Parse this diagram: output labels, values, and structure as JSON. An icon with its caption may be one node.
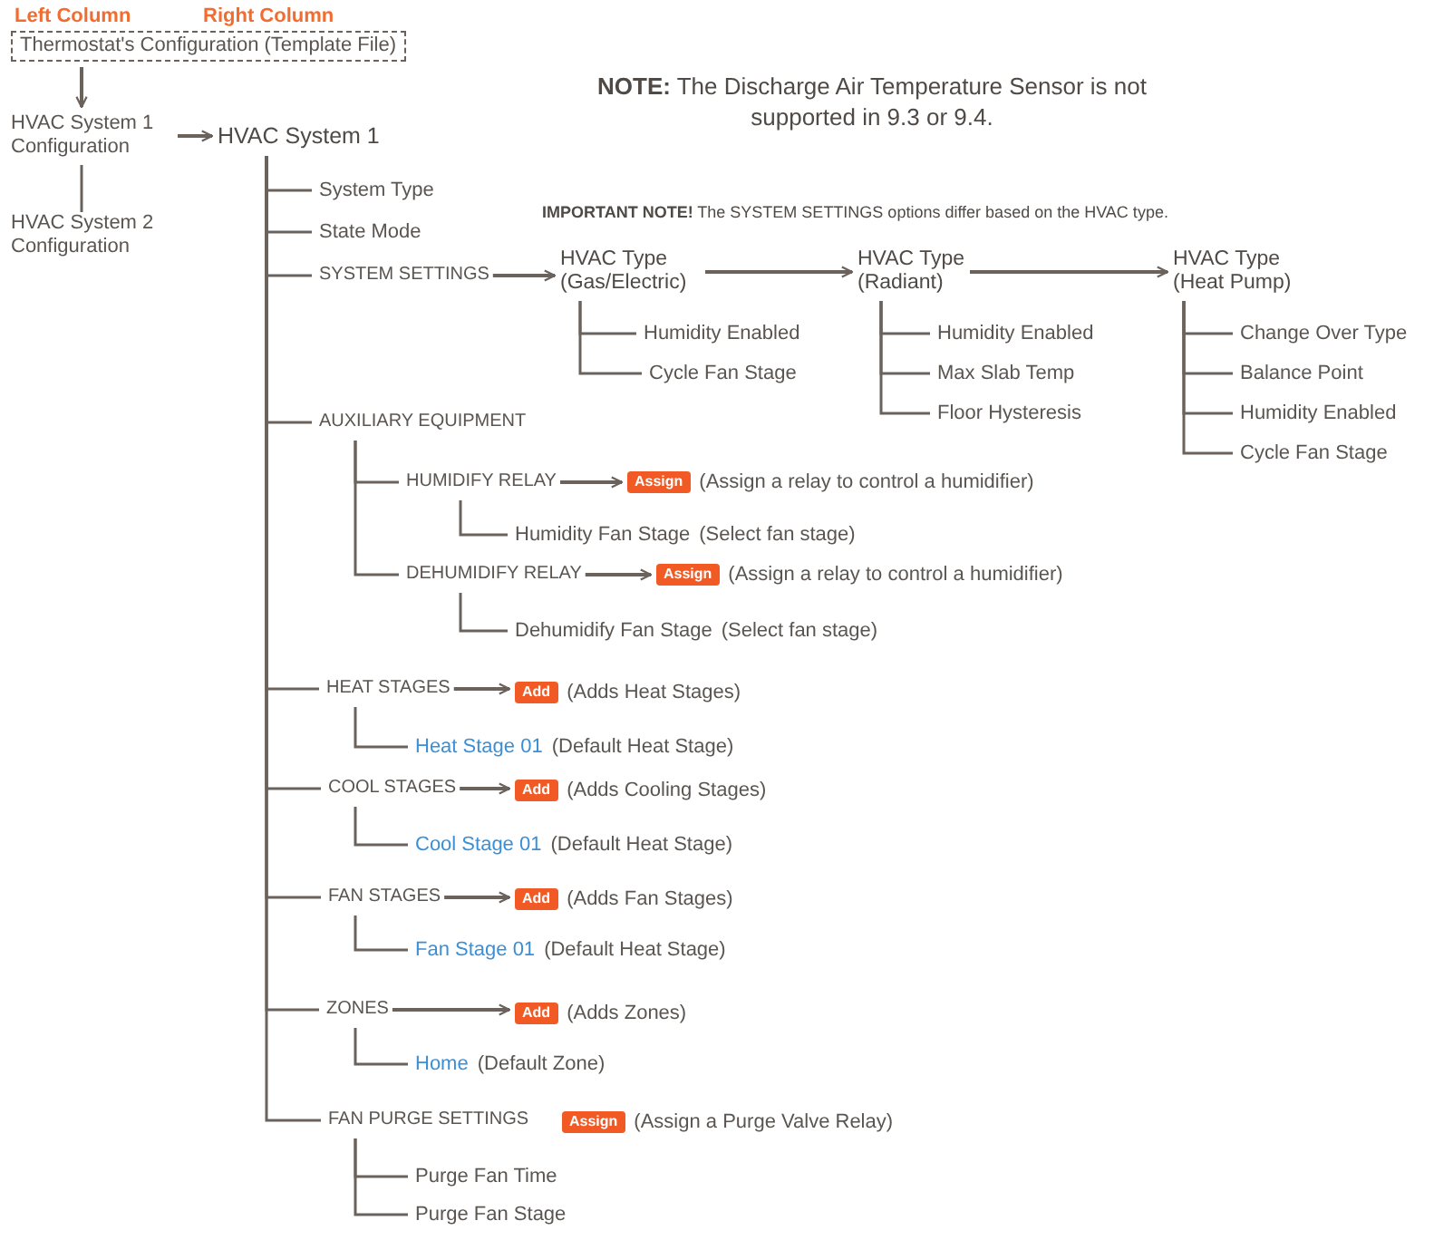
{
  "diagram": {
    "nodes": [
      {
        "text": [
          "Thermostat's Configuration (Template File)"
        ]
      },
      {
        "text": [
          "HVAC System 1 Configuration"
        ]
      },
      {
        "text": [
          "HVAC System 2 Configuration"
        ]
      },
      {
        "text": [
          "HVAC System 1"
        ]
      },
      {
        "text": [
          "System Type"
        ]
      },
      {
        "text": [
          "State Mode"
        ]
      },
      {
        "text": [
          "SYSTEM SETTINGS"
        ]
      },
      {
        "text": [
          "HVAC Type (Gas/Electric)"
        ]
      },
      {
        "text": [
          "Humidity Enabled"
        ]
      },
      {
        "text": [
          "Cycle Fan Stage"
        ]
      },
      {
        "text": [
          "HVAC Type (Radiant)"
        ]
      },
      {
        "text": [
          "Humidity Enabled"
        ]
      },
      {
        "text": [
          "Max Slab Temp"
        ]
      },
      {
        "text": [
          "Floor Hysteresis"
        ]
      },
      {
        "text": [
          "HVAC Type (Heat Pump)"
        ]
      },
      {
        "text": [
          "Change Over Type"
        ]
      },
      {
        "text": [
          "Balance Point"
        ]
      },
      {
        "text": [
          "Humidity Enabled"
        ]
      },
      {
        "text": [
          "Cycle Fan Stage"
        ]
      },
      {
        "text": [
          "AUXILIARY EQUIPMENT"
        ]
      },
      {
        "text": [
          "HUMIDIFY RELAY"
        ]
      },
      {
        "text": [
          "Assign"
        ],
        "beside": [
          "(Assign a relay to control a humidifier)"
        ]
      },
      {
        "text": [
          "Humidity Fan Stage"
        ],
        "beside": [
          "(Select fan stage)"
        ]
      },
      {
        "text": [
          "DEHUMIDIFY RELAY"
        ]
      },
      {
        "text": [
          "Assign"
        ],
        "beside": [
          "(Assign a relay to control a humidifier)"
        ]
      },
      {
        "text": [
          "Dehumidify Fan Stage"
        ],
        "beside": [
          "(Select fan stage)"
        ]
      },
      {
        "text": [
          "HEAT STAGES"
        ]
      },
      {
        "text": [
          "Add"
        ],
        "beside": [
          "(Adds Heat Stages)"
        ]
      },
      {
        "text": [
          "Heat Stage 01"
        ],
        "beside": [
          "(Default Heat Stage)"
        ]
      },
      {
        "text": [
          "COOL STAGES"
        ]
      },
      {
        "text": [
          "Add"
        ],
        "beside": [
          "(Adds Cooling Stages)"
        ]
      },
      {
        "text": [
          "Cool Stage 01"
        ],
        "beside": [
          "(Default Heat Stage)"
        ]
      },
      {
        "text": [
          "FAN STAGES"
        ]
      },
      {
        "text": [
          "Add"
        ],
        "beside": [
          "(Adds Fan Stages)"
        ]
      },
      {
        "text": [
          "Fan Stage 01"
        ],
        "beside": [
          "(Default Heat Stage)"
        ]
      },
      {
        "text": [
          "ZONES"
        ]
      },
      {
        "text": [
          "Add"
        ],
        "beside": [
          "(Adds Zones)"
        ]
      },
      {
        "text": [
          "Home"
        ],
        "beside": [
          "(Default Zone)"
        ]
      },
      {
        "text": [
          "FAN PURGE SETTINGS"
        ]
      },
      {
        "text": [
          "Assign"
        ],
        "beside": [
          "(Assign a Purge Valve Relay)"
        ]
      },
      {
        "text": [
          "Purge Fan Time"
        ]
      },
      {
        "text": [
          "Purge Fan Stage"
        ]
      }
    ],
    "edges": [
      {
        "from": 0,
        "to": 1,
        "arrow": "to"
      },
      {
        "from": 1,
        "to": 2,
        "arrow": "none"
      },
      {
        "from": 1,
        "to": 3,
        "arrow": "to"
      },
      {
        "from": 3,
        "to": 4,
        "arrow": "none"
      },
      {
        "from": 3,
        "to": 5,
        "arrow": "none"
      },
      {
        "from": 3,
        "to": 6,
        "arrow": "none"
      },
      {
        "from": 6,
        "to": 7,
        "arrow": "to"
      },
      {
        "from": 7,
        "to": 10,
        "arrow": "to"
      },
      {
        "from": 10,
        "to": 14,
        "arrow": "to"
      },
      {
        "from": 7,
        "to": 8,
        "arrow": "none"
      },
      {
        "from": 7,
        "to": 9,
        "arrow": "none"
      },
      {
        "from": 10,
        "to": 11,
        "arrow": "none"
      },
      {
        "from": 10,
        "to": 12,
        "arrow": "none"
      },
      {
        "from": 10,
        "to": 13,
        "arrow": "none"
      },
      {
        "from": 14,
        "to": 15,
        "arrow": "none"
      },
      {
        "from": 14,
        "to": 16,
        "arrow": "none"
      },
      {
        "from": 14,
        "to": 17,
        "arrow": "none"
      },
      {
        "from": 14,
        "to": 18,
        "arrow": "none"
      },
      {
        "from": 3,
        "to": 19,
        "arrow": "none"
      },
      {
        "from": 19,
        "to": 20,
        "arrow": "none"
      },
      {
        "from": 20,
        "to": 21,
        "arrow": "to"
      },
      {
        "from": 20,
        "to": 22,
        "arrow": "none"
      },
      {
        "from": 19,
        "to": 23,
        "arrow": "none"
      },
      {
        "from": 23,
        "to": 24,
        "arrow": "to"
      },
      {
        "from": 23,
        "to": 25,
        "arrow": "none"
      },
      {
        "from": 3,
        "to": 26,
        "arrow": "none"
      },
      {
        "from": 26,
        "to": 27,
        "arrow": "to"
      },
      {
        "from": 26,
        "to": 28,
        "arrow": "none"
      },
      {
        "from": 3,
        "to": 29,
        "arrow": "none"
      },
      {
        "from": 29,
        "to": 30,
        "arrow": "to"
      },
      {
        "from": 29,
        "to": 31,
        "arrow": "none"
      },
      {
        "from": 3,
        "to": 32,
        "arrow": "none"
      },
      {
        "from": 32,
        "to": 33,
        "arrow": "to"
      },
      {
        "from": 32,
        "to": 34,
        "arrow": "none"
      },
      {
        "from": 3,
        "to": 35,
        "arrow": "none"
      },
      {
        "from": 35,
        "to": 36,
        "arrow": "to"
      },
      {
        "from": 35,
        "to": 37,
        "arrow": "none"
      },
      {
        "from": 3,
        "to": 38,
        "arrow": "none"
      },
      {
        "from": 38,
        "to": 40,
        "arrow": "none"
      },
      {
        "from": 38,
        "to": 41,
        "arrow": "none"
      }
    ],
    "labels": [
      "Left Column",
      "Right Column",
      "**NOTE:** The Discharge Air Temperature Sensor is not supported in 9.3 or 9.4.",
      "**IMPORTANT NOTE!** The SYSTEM SETTINGS options differ based on the HVAC type."
    ]
  }
}
